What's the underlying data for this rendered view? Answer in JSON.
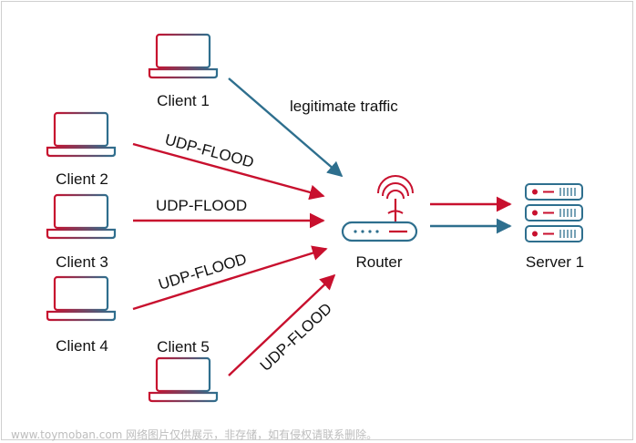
{
  "colors": {
    "red": "#c8102e",
    "blue": "#2e6f8e",
    "text": "#111111"
  },
  "clients": [
    {
      "label": "Client 1",
      "icon": "laptop-icon"
    },
    {
      "label": "Client 2",
      "icon": "laptop-icon"
    },
    {
      "label": "Client 3",
      "icon": "laptop-icon"
    },
    {
      "label": "Client 4",
      "icon": "laptop-icon"
    },
    {
      "label": "Client 5",
      "icon": "laptop-icon"
    }
  ],
  "router": {
    "label": "Router",
    "icon": "router-icon"
  },
  "server": {
    "label": "Server 1",
    "icon": "server-rack-icon"
  },
  "flows": {
    "legitimate": "legitimate traffic",
    "flood_c2": "UDP-FLOOD",
    "flood_c3": "UDP-FLOOD",
    "flood_c4": "UDP-FLOOD",
    "flood_c5": "UDP-FLOOD"
  },
  "watermark": "www.toymoban.com 网络图片仅供展示，非存储，如有侵权请联系删除。"
}
